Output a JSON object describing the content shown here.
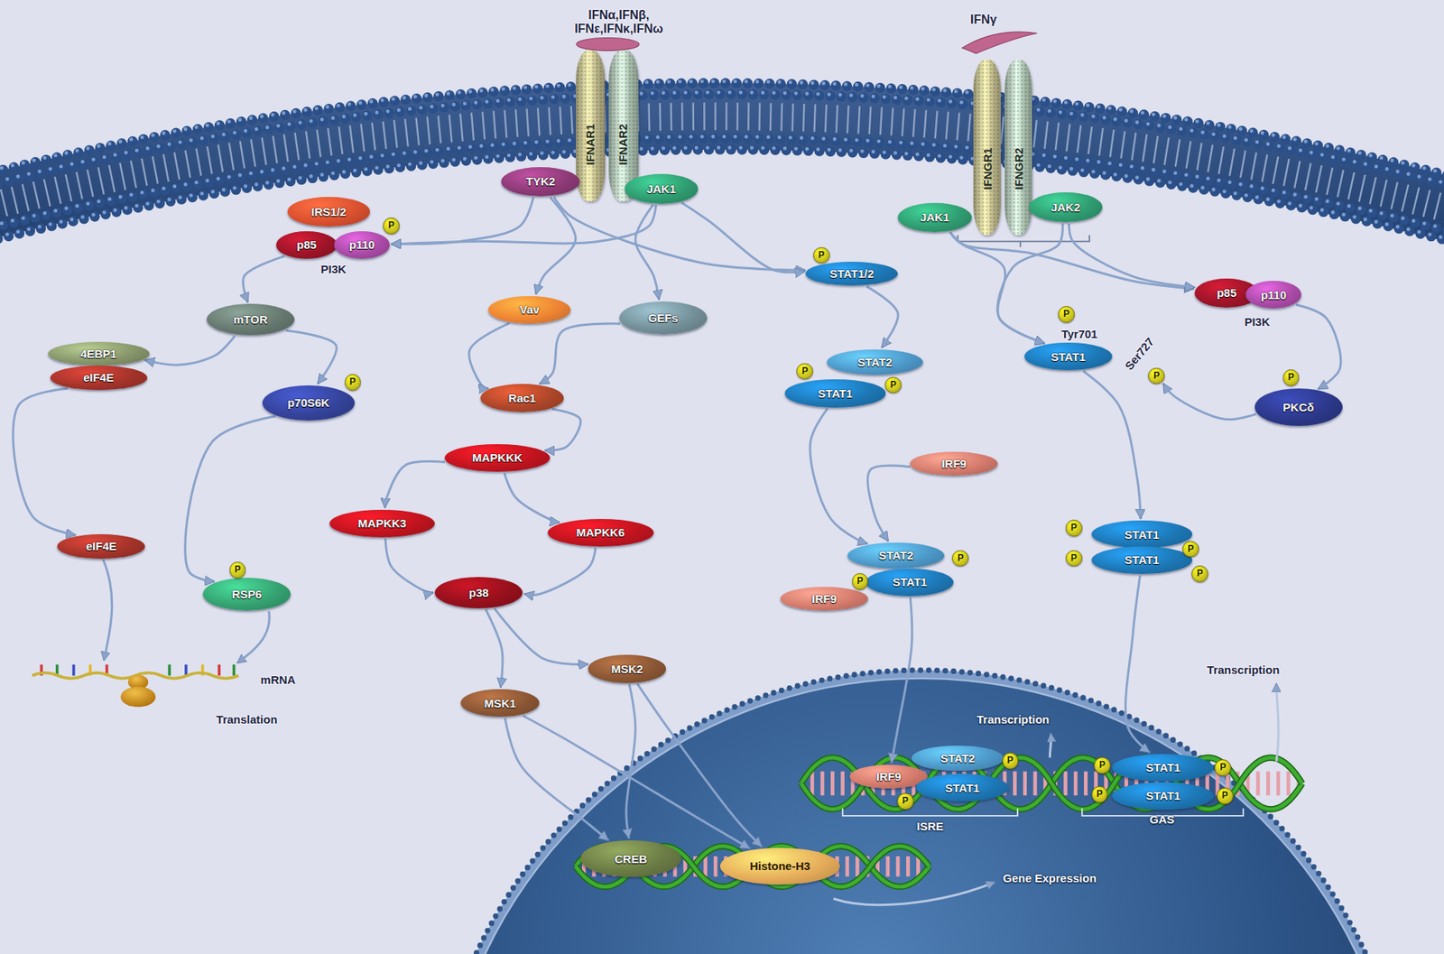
{
  "diagram": {
    "nodes": [
      {
        "text": [
          "IFNα,IFNβ, IFNε,IFNκ,IFNω"
        ]
      },
      {
        "text": [
          "IFNγ"
        ]
      },
      {
        "text": [
          "IFNAR1"
        ]
      },
      {
        "text": [
          "IFNAR2"
        ]
      },
      {
        "text": [
          "IFNGR1"
        ]
      },
      {
        "text": [
          "IFNGR2"
        ]
      },
      {
        "text": [
          "TYK2"
        ]
      },
      {
        "text": [
          "JAK1"
        ]
      },
      {
        "text": [
          "JAK1"
        ]
      },
      {
        "text": [
          "JAK2"
        ]
      },
      {
        "text": [
          "IRS1/2"
        ]
      },
      {
        "text": [
          "p85"
        ]
      },
      {
        "text": [
          "p110"
        ]
      },
      {
        "text": [
          "mTOR"
        ]
      },
      {
        "text": [
          "4EBP1"
        ]
      },
      {
        "text": [
          "eIF4E"
        ]
      },
      {
        "text": [
          "p70S6K"
        ]
      },
      {
        "text": [
          "eIF4E"
        ]
      },
      {
        "text": [
          "RSP6"
        ]
      },
      {
        "text": [
          "Vav"
        ]
      },
      {
        "text": [
          "GEFs"
        ]
      },
      {
        "text": [
          "Rac1"
        ]
      },
      {
        "text": [
          "MAPKKK"
        ]
      },
      {
        "text": [
          "MAPKK3"
        ]
      },
      {
        "text": [
          "MAPKK6"
        ]
      },
      {
        "text": [
          "p38"
        ]
      },
      {
        "text": [
          "MSK1"
        ]
      },
      {
        "text": [
          "MSK2"
        ]
      },
      {
        "text": [
          "STAT1/2"
        ]
      },
      {
        "text": [
          "STAT2"
        ]
      },
      {
        "text": [
          "STAT1"
        ]
      },
      {
        "text": [
          "IRF9"
        ]
      },
      {
        "text": [
          "STAT2"
        ]
      },
      {
        "text": [
          "STAT1"
        ]
      },
      {
        "text": [
          "IRF9"
        ]
      },
      {
        "text": [
          "p85"
        ]
      },
      {
        "text": [
          "p110"
        ]
      },
      {
        "text": [
          "STAT1"
        ]
      },
      {
        "text": [
          "PKCδ"
        ]
      },
      {
        "text": [
          "STAT1"
        ]
      },
      {
        "text": [
          "STAT1"
        ]
      },
      {
        "text": [
          "IRF9"
        ]
      },
      {
        "text": [
          "STAT2"
        ]
      },
      {
        "text": [
          "STAT1"
        ]
      },
      {
        "text": [
          "STAT1"
        ]
      },
      {
        "text": [
          "STAT1"
        ]
      },
      {
        "text": [
          "CREB"
        ]
      },
      {
        "text": [
          "Histone-H3"
        ]
      },
      {
        "text": [
          "P"
        ]
      },
      {
        "text": [
          "P"
        ]
      },
      {
        "text": [
          "P"
        ]
      },
      {
        "text": [
          "P"
        ]
      },
      {
        "text": [
          "P"
        ]
      },
      {
        "text": [
          "P"
        ]
      },
      {
        "text": [
          "P"
        ]
      },
      {
        "text": [
          "P"
        ]
      },
      {
        "text": [
          "P"
        ]
      },
      {
        "text": [
          "P"
        ]
      },
      {
        "text": [
          "P"
        ]
      },
      {
        "text": [
          "P"
        ]
      },
      {
        "text": [
          "P"
        ]
      },
      {
        "text": [
          "P"
        ]
      },
      {
        "text": [
          "P"
        ]
      },
      {
        "text": [
          "P"
        ]
      },
      {
        "text": [
          "P"
        ]
      },
      {
        "text": [
          "P"
        ]
      },
      {
        "text": [
          "P"
        ]
      },
      {
        "text": [
          "P"
        ]
      },
      {
        "text": [
          "P"
        ]
      }
    ],
    "edges": [
      {
        "from": 6,
        "to": 12,
        "arrow": "to"
      },
      {
        "from": 7,
        "to": 12,
        "arrow": "to"
      },
      {
        "from": 6,
        "to": 19,
        "arrow": "to"
      },
      {
        "from": 7,
        "to": 20,
        "arrow": "to"
      },
      {
        "from": 6,
        "to": 28,
        "arrow": "to"
      },
      {
        "from": 7,
        "to": 28,
        "arrow": "to"
      },
      {
        "from": 11,
        "to": 13,
        "arrow": "to"
      },
      {
        "from": 13,
        "to": 14,
        "arrow": "to"
      },
      {
        "from": 13,
        "to": 16,
        "arrow": "to"
      },
      {
        "from": 15,
        "to": 17,
        "arrow": "to"
      },
      {
        "from": 16,
        "to": 18,
        "arrow": "to"
      },
      {
        "from": 19,
        "to": 21,
        "arrow": "to"
      },
      {
        "from": 20,
        "to": 21,
        "arrow": "to"
      },
      {
        "from": 21,
        "to": 22,
        "arrow": "to"
      },
      {
        "from": 22,
        "to": 23,
        "arrow": "to"
      },
      {
        "from": 22,
        "to": 24,
        "arrow": "to"
      },
      {
        "from": 23,
        "to": 25,
        "arrow": "to"
      },
      {
        "from": 24,
        "to": 25,
        "arrow": "to"
      },
      {
        "from": 25,
        "to": 26,
        "arrow": "to"
      },
      {
        "from": 25,
        "to": 27,
        "arrow": "to"
      },
      {
        "from": 26,
        "to": 46,
        "arrow": "to"
      },
      {
        "from": 26,
        "to": 47,
        "arrow": "to"
      },
      {
        "from": 27,
        "to": 46,
        "arrow": "to"
      },
      {
        "from": 27,
        "to": 47,
        "arrow": "to"
      },
      {
        "from": 28,
        "to": 29,
        "arrow": "to"
      },
      {
        "from": 30,
        "to": 32,
        "arrow": "to"
      },
      {
        "from": 31,
        "to": 32,
        "arrow": "to"
      },
      {
        "from": 33,
        "to": 41,
        "arrow": "to"
      },
      {
        "from": 8,
        "to": 37,
        "arrow": "to"
      },
      {
        "from": 9,
        "to": 37,
        "arrow": "to"
      },
      {
        "from": 8,
        "to": 35,
        "arrow": "to"
      },
      {
        "from": 9,
        "to": 35,
        "arrow": "to"
      },
      {
        "from": 36,
        "to": 38,
        "arrow": "to"
      },
      {
        "from": 38,
        "to": 57,
        "arrow": "to"
      },
      {
        "from": 37,
        "to": 39,
        "arrow": "to"
      },
      {
        "from": 40,
        "to": 44,
        "arrow": "to"
      }
    ],
    "labels": [
      "PI3K",
      "PI3K",
      "Tyr701",
      "Ser727",
      "mRNA",
      "Translation",
      "Transcription",
      "Transcription",
      "ISRE",
      "GAS",
      "Gene Expression"
    ]
  }
}
